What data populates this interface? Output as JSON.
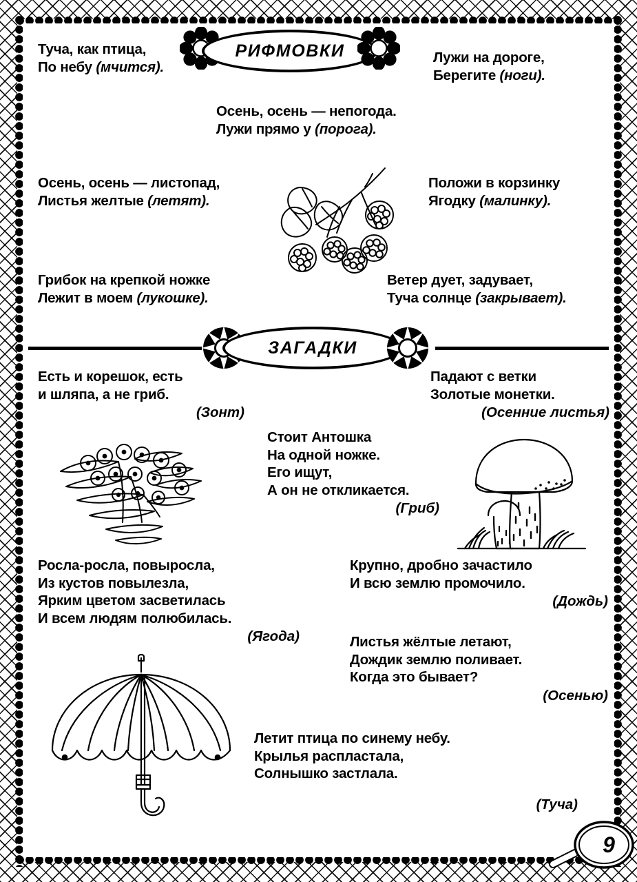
{
  "page": {
    "number": "9",
    "sections": [
      {
        "id": "rhymes",
        "title": "РИФМОВКИ"
      },
      {
        "id": "riddles",
        "title": "ЗАГАДКИ"
      }
    ]
  },
  "rhymes": [
    {
      "name": "rhyme-cloud-bird",
      "lines": [
        "Туча, как птица,",
        "По небу"
      ],
      "filler": "(мчится).",
      "filler_inline_line": 1
    },
    {
      "name": "rhyme-puddles-road",
      "lines": [
        "Лужи на дороге,",
        "Берегите"
      ],
      "filler": "(ноги).",
      "filler_inline_line": 1
    },
    {
      "name": "rhyme-autumn-badweather",
      "lines": [
        "Осень, осень — непогода.",
        "Лужи прямо у"
      ],
      "filler": "(порога).",
      "filler_inline_line": 1
    },
    {
      "name": "rhyme-leaffall",
      "lines": [
        "Осень, осень — листопад,",
        "Листья желтые"
      ],
      "filler": "(летят).",
      "filler_inline_line": 1
    },
    {
      "name": "rhyme-basket-berry",
      "lines": [
        "Положи в корзинку",
        "Ягодку"
      ],
      "filler": "(малинку).",
      "filler_inline_line": 1
    },
    {
      "name": "rhyme-mushroom-stem",
      "lines": [
        "Грибок на крепкой ножке",
        "Лежит в моем"
      ],
      "filler": "(лукошке).",
      "filler_inline_line": 1
    },
    {
      "name": "rhyme-wind-blows",
      "lines": [
        "Ветер дует, задувает,",
        "Туча солнце"
      ],
      "filler": "(закрывает).",
      "filler_inline_line": 1
    }
  ],
  "riddles": [
    {
      "name": "riddle-umbrella",
      "lines": [
        "Есть и корешок, есть",
        "и шляпа, а не гриб."
      ],
      "answer": "(Зонт)"
    },
    {
      "name": "riddle-autumn-leaves",
      "lines": [
        "Падают с ветки",
        "Золотые монетки."
      ],
      "answer": "(Осенние листья)"
    },
    {
      "name": "riddle-antoshka-mushroom",
      "lines": [
        "Стоит Антошка",
        "На одной ножке.",
        "Его ищут,",
        "А он не откликается."
      ],
      "answer": "(Гриб)"
    },
    {
      "name": "riddle-berry",
      "lines": [
        "Росла-росла, повыросла,",
        "Из кустов повылезла,",
        "Ярким цветом засветилась",
        "И всем людям полюбилась."
      ],
      "answer": "(Ягода)"
    },
    {
      "name": "riddle-rain",
      "lines": [
        "Крупно, дробно зачастило",
        "И всю землю промочило."
      ],
      "answer": "(Дождь)"
    },
    {
      "name": "riddle-autumn-season",
      "lines": [
        "Листья жёлтые летают,",
        "Дождик землю поливает.",
        "Когда это бывает?"
      ],
      "answer": "(Осенью)"
    },
    {
      "name": "riddle-cloud",
      "lines": [
        "Летит птица по синему небу.",
        "Крылья распластала,",
        "Солнышко застлала."
      ],
      "answer": "(Туча)"
    }
  ],
  "illustrations": [
    {
      "name": "raspberry-branch-illustration",
      "label": "Ветка малины"
    },
    {
      "name": "cranberry-bush-illustration",
      "label": "Куст с ягодами"
    },
    {
      "name": "mushroom-illustration",
      "label": "Гриб"
    },
    {
      "name": "umbrella-illustration",
      "label": "Зонт"
    },
    {
      "name": "magnifier-page-badge",
      "label": "Лупа с номером страницы"
    }
  ],
  "colors": {
    "ink": "#000000",
    "paper": "#ffffff"
  }
}
